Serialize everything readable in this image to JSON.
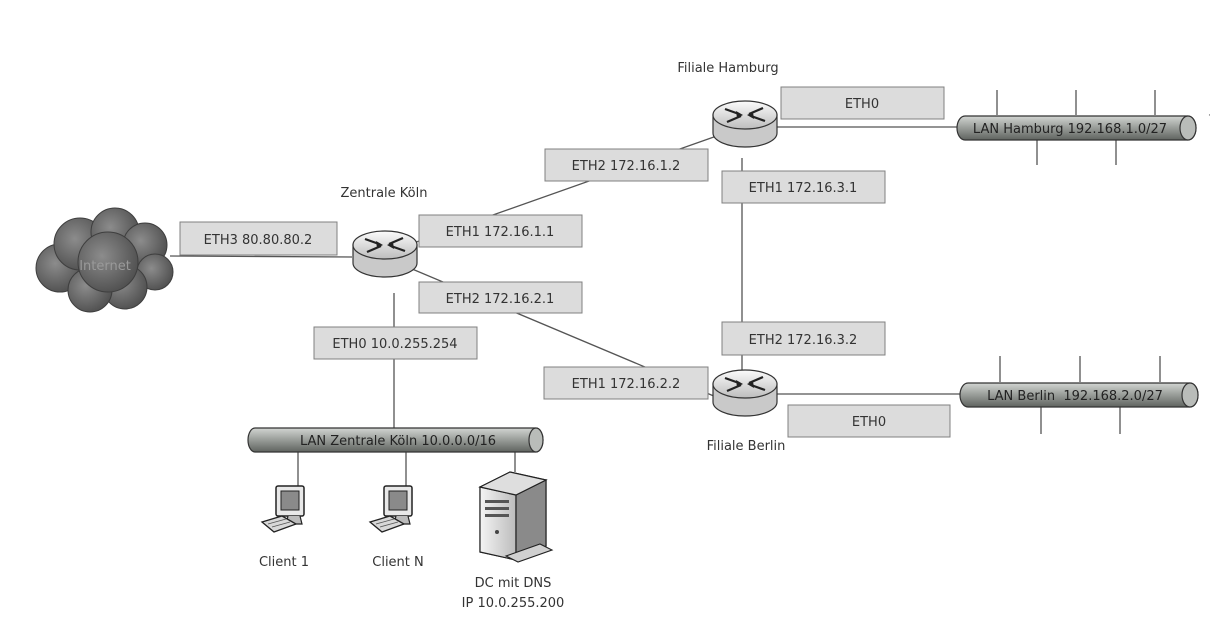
{
  "routers": {
    "koeln": {
      "label": "Zentrale Köln"
    },
    "hamburg": {
      "label": "Filiale Hamburg"
    },
    "berlin": {
      "label": "Filiale Berlin"
    }
  },
  "cloud": {
    "label": "Internet"
  },
  "interfaces": {
    "koeln_eth3": "ETH3 80.80.80.2",
    "koeln_eth1": "ETH1 172.16.1.1",
    "koeln_eth2": "ETH2 172.16.2.1",
    "koeln_eth0": "ETH0 10.0.255.254",
    "hamburg_eth2": "ETH2 172.16.1.2",
    "hamburg_eth0": "ETH0",
    "hamburg_eth1": "ETH1 172.16.3.1",
    "berlin_eth2": "ETH2 172.16.3.2",
    "berlin_eth1": "ETH1 172.16.2.2",
    "berlin_eth0": "ETH0"
  },
  "lans": {
    "hamburg": "LAN Hamburg 192.168.1.0/27",
    "berlin": "LAN Berlin  192.168.2.0/27",
    "koeln": "LAN Zentrale Köln 10.0.0.0/16"
  },
  "devices": {
    "client1": "Client 1",
    "clientN": "Client N",
    "dc_line1": "DC mit DNS",
    "dc_line2": "IP 10.0.255.200"
  },
  "colors": {
    "label_box_fill": "#dcdcdc",
    "label_box_stroke": "#808080",
    "line": "#555555",
    "router_body": "#e6e6e6",
    "pipe": "#9a9e9a",
    "cloud": "#6f6f6f"
  }
}
